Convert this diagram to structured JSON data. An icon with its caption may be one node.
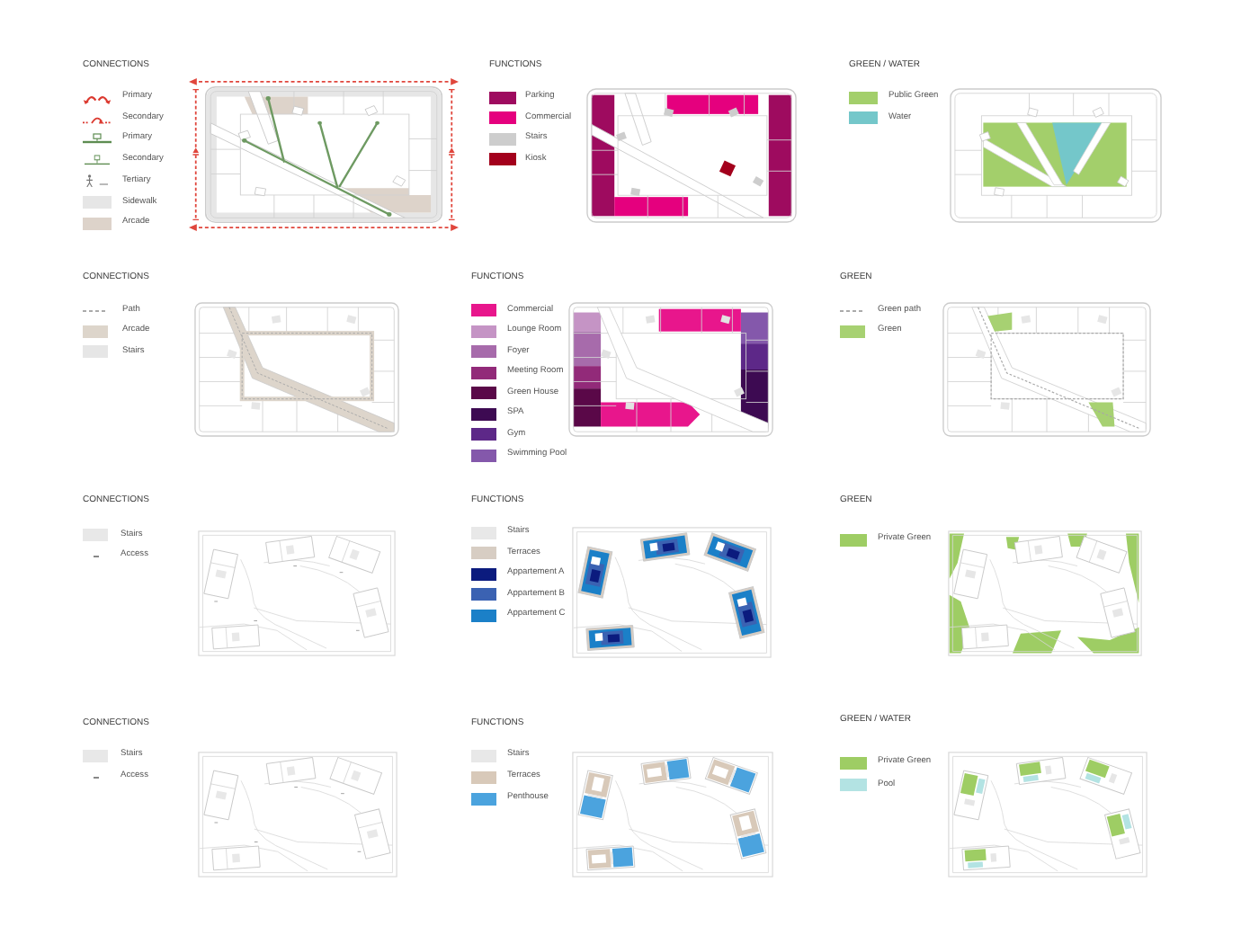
{
  "diagram": {
    "labels": [
      "CONNECTIONS",
      "FUNCTIONS",
      "GREEN / WATER",
      "CONNECTIONS",
      "FUNCTIONS",
      "GREEN",
      "CONNECTIONS",
      "FUNCTIONS",
      "GREEN",
      "CONNECTIONS",
      "FUNCTIONS",
      "GREEN / WATER"
    ],
    "legend": [
      {
        "text": "Primary"
      },
      {
        "text": "Secondary"
      },
      {
        "text": "Primary"
      },
      {
        "text": "Secondary"
      },
      {
        "text": "Tertiary"
      },
      {
        "text": "Sidewalk",
        "color": "#e6e6e6"
      },
      {
        "text": "Arcade",
        "color": "#ddd3ca"
      },
      {
        "text": "Parking",
        "color": "#9e0b5f"
      },
      {
        "text": "Commercial",
        "color": "#e5007e"
      },
      {
        "text": "Stairs",
        "color": "#cdcdcd"
      },
      {
        "text": "Kiosk",
        "color": "#a3001c"
      },
      {
        "text": "Public Green",
        "color": "#a3cf6b"
      },
      {
        "text": "Water",
        "color": "#74c7ca"
      },
      {
        "text": "Path"
      },
      {
        "text": "Arcade",
        "color": "#ddd5cb"
      },
      {
        "text": "Stairs",
        "color": "#e6e6e6"
      },
      {
        "text": "Commercial",
        "color": "#e8168c"
      },
      {
        "text": "Lounge Room",
        "color": "#c594c5"
      },
      {
        "text": "Foyer",
        "color": "#a76bab"
      },
      {
        "text": "Meeting Room",
        "color": "#922a79"
      },
      {
        "text": "Green House",
        "color": "#5a0848"
      },
      {
        "text": "SPA",
        "color": "#3d0a52"
      },
      {
        "text": "Gym",
        "color": "#5d2888"
      },
      {
        "text": "Swimming Pool",
        "color": "#8458ab"
      },
      {
        "text": "Green path"
      },
      {
        "text": "Green",
        "color": "#a7d172"
      },
      {
        "text": "Stairs",
        "color": "#e8e8e8"
      },
      {
        "text": "Access"
      },
      {
        "text": "Stairs",
        "color": "#e8e8e8"
      },
      {
        "text": "Terraces",
        "color": "#d7cdc3"
      },
      {
        "text": "Appartement A",
        "color": "#0b1b7e"
      },
      {
        "text": "Appartement B",
        "color": "#3b62b2"
      },
      {
        "text": "Appartement C",
        "color": "#1b80c8"
      },
      {
        "text": "Private Green",
        "color": "#9ecd64"
      },
      {
        "text": "Stairs",
        "color": "#e8e8e8"
      },
      {
        "text": "Access"
      },
      {
        "text": "Stairs",
        "color": "#e8e8e8"
      },
      {
        "text": "Terraces",
        "color": "#d8c9b9"
      },
      {
        "text": "Penthouse",
        "color": "#4ba3de"
      },
      {
        "text": "Private Green",
        "color": "#9ecd64"
      },
      {
        "text": "Pool",
        "color": "#b3e3e3"
      }
    ]
  }
}
